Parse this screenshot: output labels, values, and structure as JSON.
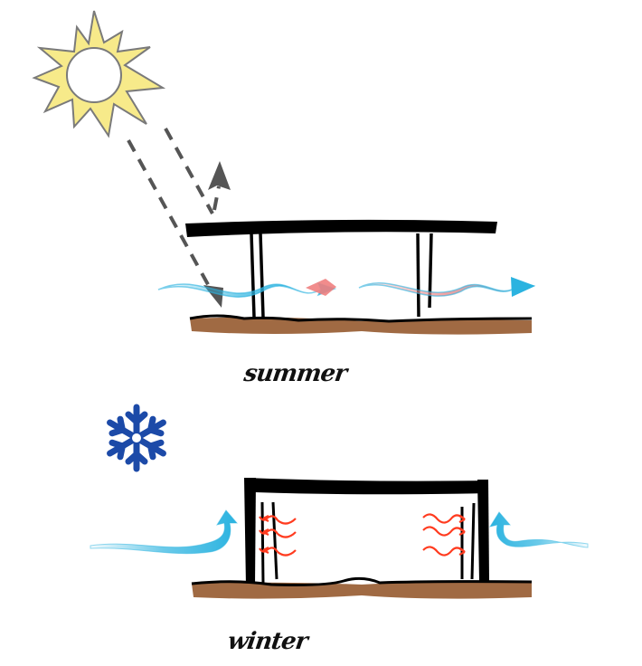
{
  "diagram": {
    "summer": {
      "label": "summer",
      "elements": [
        "sun",
        "direct sun rays (dashed)",
        "reflected ray arrow",
        "raised roof slab on columns",
        "cross ventilation breeze (blue/pink)",
        "ground"
      ]
    },
    "winter": {
      "label": "winter",
      "elements": [
        "snowflake",
        "enclosed building with walls",
        "cold wind deflected upward",
        "interior heat radiation arrows (red)",
        "ground"
      ]
    }
  },
  "icons": {
    "sun": "sun-icon",
    "snowflake": "snowflake-icon"
  },
  "colors": {
    "sun_fill": "#f7ea8a",
    "sun_stroke": "#7a7a7a",
    "ray": "#555555",
    "structure": "#000000",
    "ground": "#a06a43",
    "breeze": "#2bb3e0",
    "warm_breeze": "#f08a8a",
    "heat": "#ff3b1f",
    "snowflake": "#1c4aa8"
  }
}
